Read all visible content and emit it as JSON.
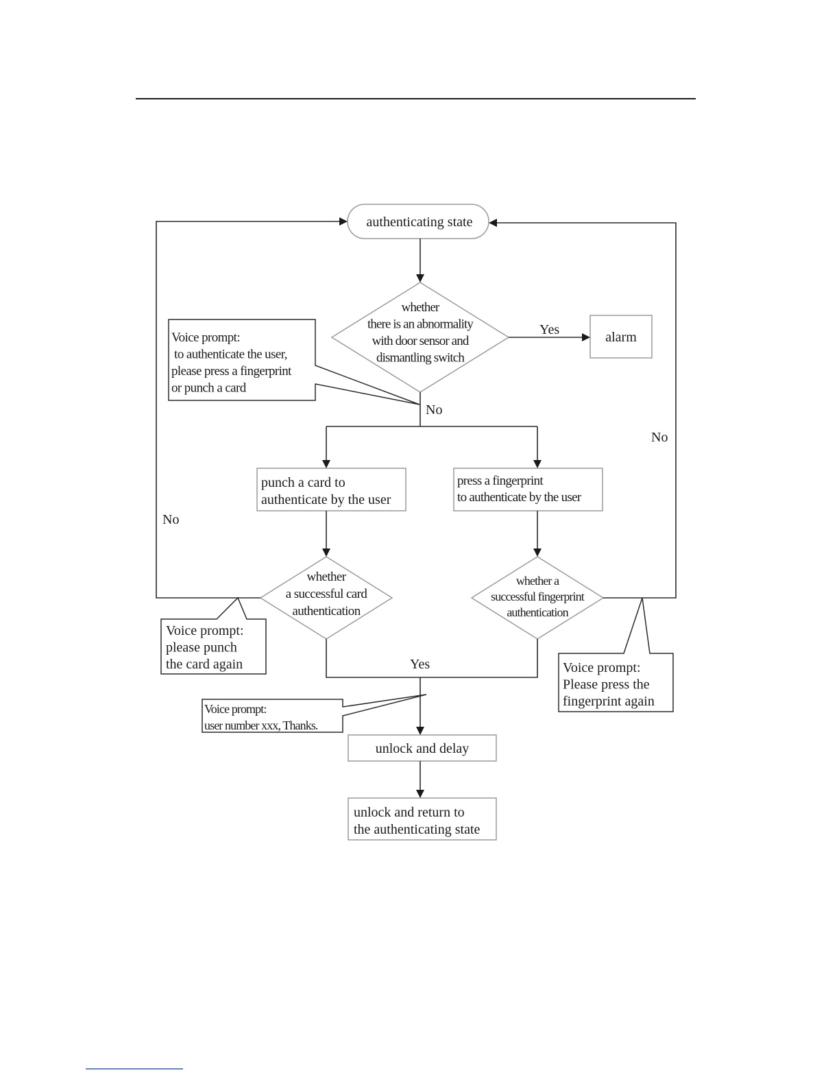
{
  "colors": {
    "line": "#2a2a2a",
    "node_border": "#9a9a9a",
    "text": "#1a1a1a",
    "background": "#ffffff"
  },
  "nodes": {
    "start": [
      "authenticating state"
    ],
    "abnormality_check": [
      "whether",
      "there is an abnormality",
      "with door sensor and",
      "dismantling switch"
    ],
    "alarm": [
      "alarm"
    ],
    "card_auth": [
      "punch a card to",
      "authenticate by the user"
    ],
    "fingerprint_auth": [
      "press a fingerprint",
      "to authenticate by the user"
    ],
    "card_check": [
      "whether",
      "a successful card",
      "authentication"
    ],
    "fingerprint_check": [
      "whether a",
      "successful fingerprint",
      "authentication"
    ],
    "unlock_delay": [
      "unlock and delay"
    ],
    "unlock_return": [
      "unlock and return to",
      "the authenticating state"
    ]
  },
  "callouts": {
    "authenticate_prompt": [
      "Voice prompt:",
      " to authenticate the user,",
      "please press a fingerprint",
      "or punch a card"
    ],
    "card_again_prompt": [
      "Voice prompt:",
      "please punch",
      "the card again"
    ],
    "fingerprint_again_prompt": [
      "Voice prompt:",
      "Please press the",
      "fingerprint again"
    ],
    "thanks_prompt": [
      "Voice prompt:",
      "user number xxx, Thanks."
    ]
  },
  "edge_labels": {
    "abnormality_yes": "Yes",
    "abnormality_no": "No",
    "card_fail": "No",
    "fingerprint_fail": "No",
    "success": "Yes"
  }
}
